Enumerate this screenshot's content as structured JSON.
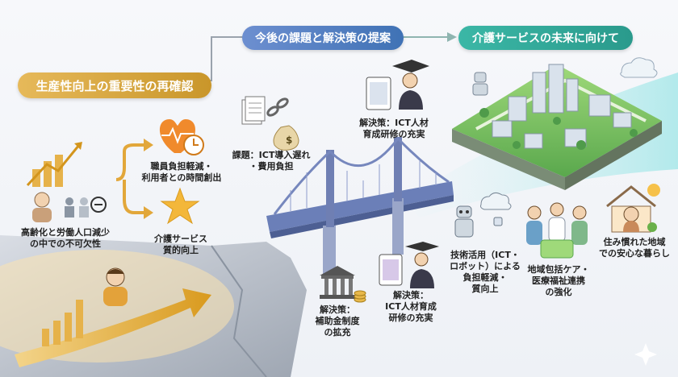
{
  "headers": {
    "left": "生産性向上の重要性の再確認",
    "center": "今後の課題と解決策の提案",
    "right": "介護サービスの未来に向けて"
  },
  "left": {
    "aging_l1": "高齢化と労働人口減少",
    "aging_l2": "の中での不可欠性",
    "benefit1_l1": "職員負担軽減・",
    "benefit1_l2": "利用者との時間創出",
    "benefit2_l1": "介護サービス",
    "benefit2_l2": "質的向上"
  },
  "center": {
    "issue_l1": "課題：ICT導入遅れ",
    "issue_l2": "・費用負担",
    "sol_top_l1": "解決策：ICT人材",
    "sol_top_l2": "育成研修の充実",
    "sol_bottom_l1": "解決策：",
    "sol_bottom_l2": "ICT人材育成",
    "sol_bottom_l3": "研修の充実",
    "subsidy_l1": "解決策：",
    "subsidy_l2": "補助金制度",
    "subsidy_l3": "の拡充",
    "money_symbol": "$"
  },
  "right": {
    "tech_l1": "技術活用（ICT・",
    "tech_l2": "ロボット）による",
    "tech_l3": "負担軽減・",
    "tech_l4": "質向上",
    "community_l1": "地域包括ケア・",
    "community_l2": "医療福祉連携",
    "community_l3": "の強化",
    "home_l1": "住み慣れた地域",
    "home_l2": "での安心な暮らし"
  },
  "colors": {
    "gold": "#c9962a",
    "blue": "#3f72b5",
    "teal": "#2fa89a"
  }
}
